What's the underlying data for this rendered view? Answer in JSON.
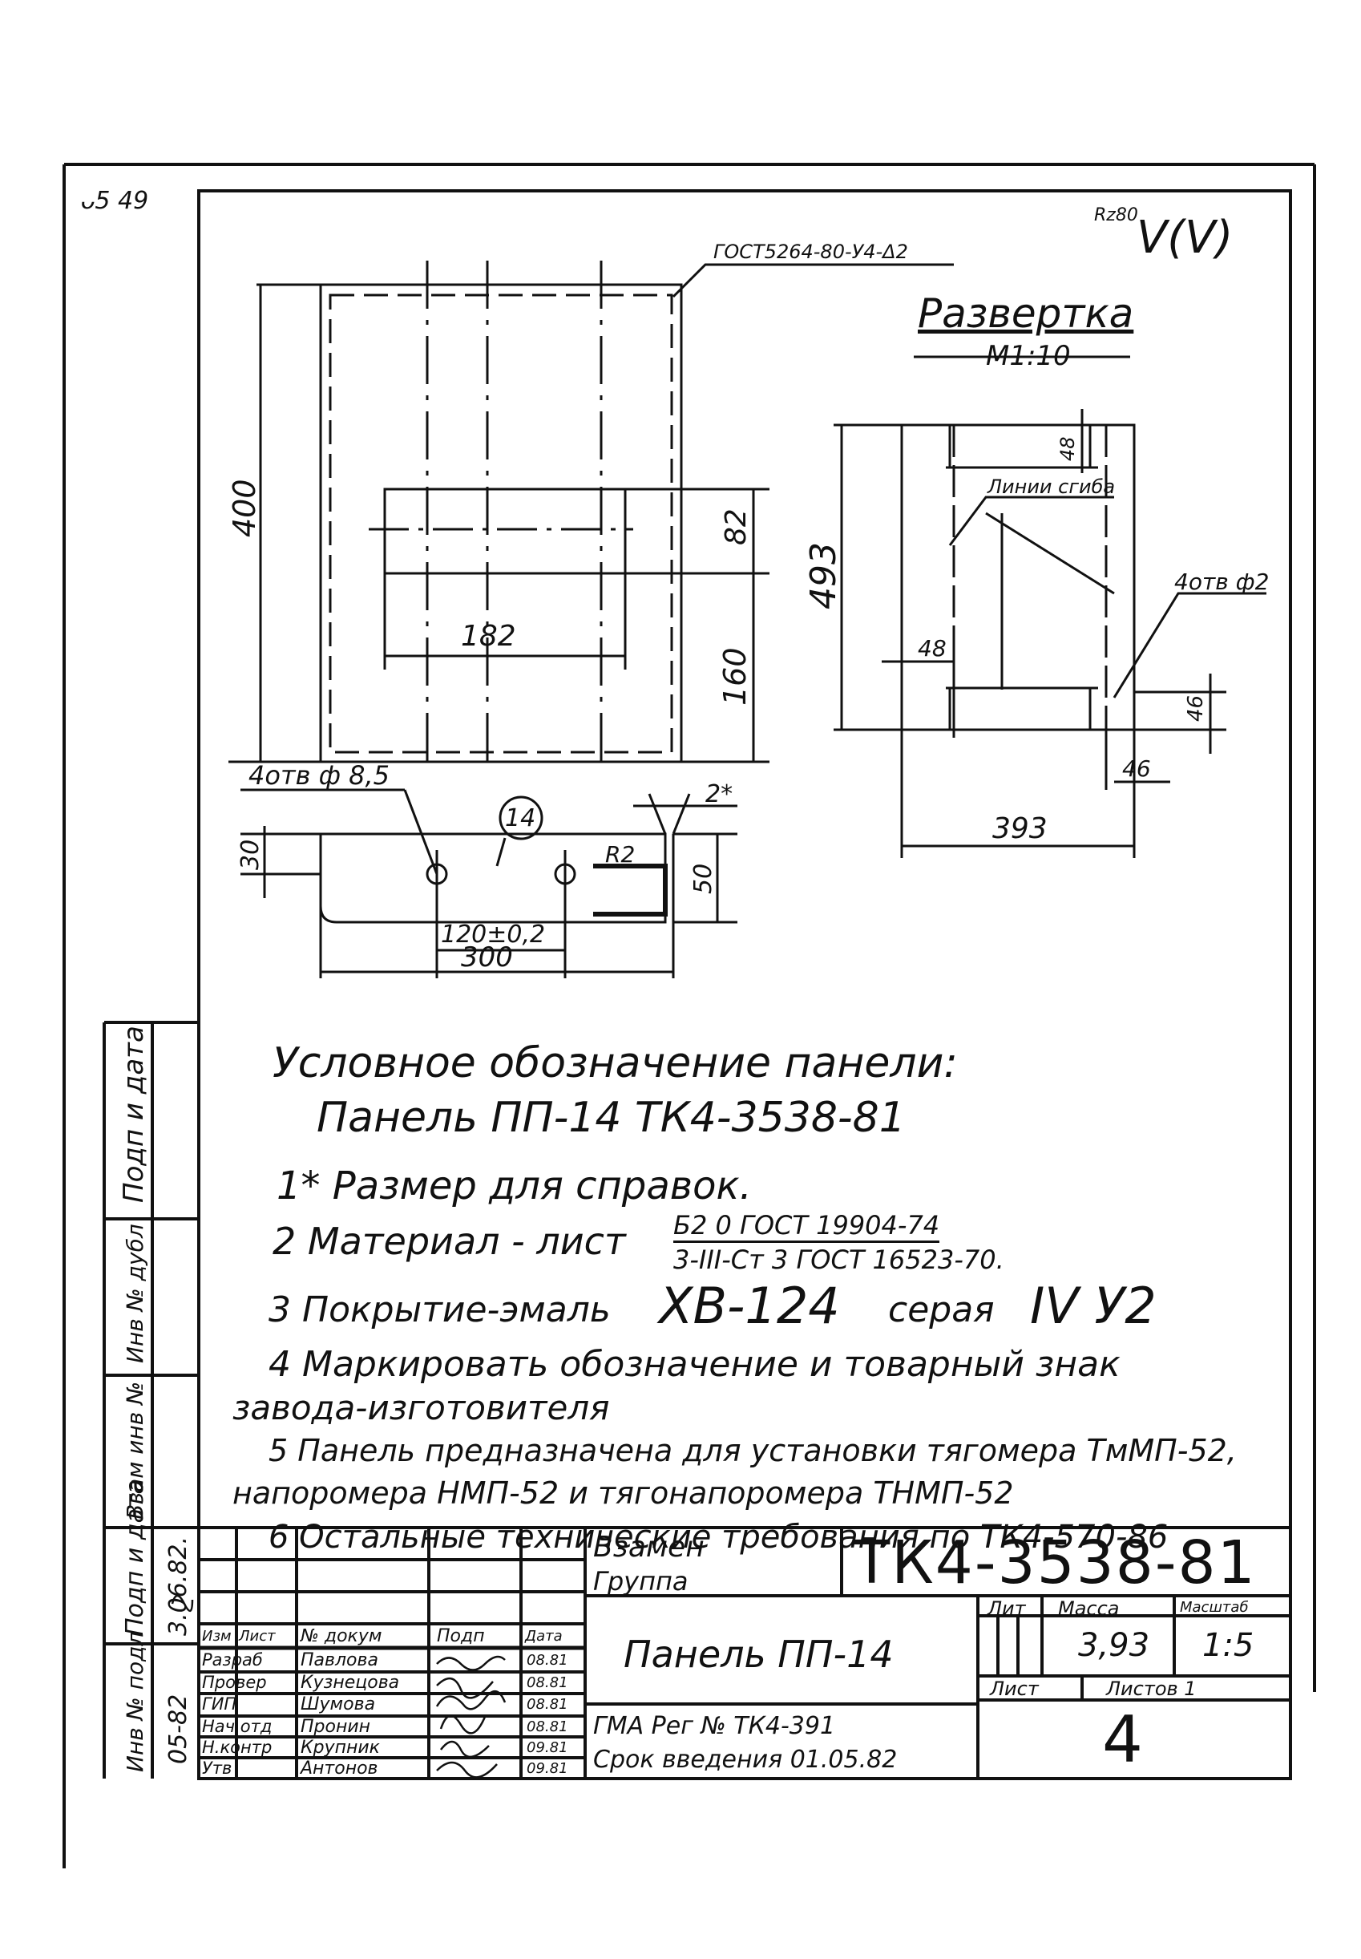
{
  "corner_mark": "ᴗ5 49",
  "roughness": {
    "ra": "Rz80",
    "symbol": "V(V)"
  },
  "drawing": {
    "weld_ref": "ГОСТ5264-80-У4-Δ2",
    "dim_400": "400",
    "dim_82": "82",
    "dim_182": "182",
    "dim_160": "160",
    "holes_85": "4отв ф 8,5",
    "item_no": "14",
    "dim_2star": "2*",
    "dim_30": "30",
    "dim_50": "50",
    "radius": "R2",
    "dim_120": "120±0,2",
    "dim_300": "300"
  },
  "development": {
    "title": "Развертка",
    "scale": "М1:10",
    "dim_48_top": "48",
    "bend_label": "Линии сгиба",
    "dim_493": "493",
    "holes_2": "4отв ф2",
    "dim_48_left": "48",
    "dim_46_v": "46",
    "dim_46_h": "46",
    "dim_393": "393"
  },
  "notes": {
    "designation_title": "Условное обозначение панели:",
    "designation": "Панель ПП-14 ТК4-3538-81",
    "n1": "1* Размер для справок.",
    "n2_prefix": "2 Материал - лист",
    "n2_top": "Б2 0 ГОСТ 19904-74",
    "n2_bottom": "3-III-Ст 3 ГОСТ 16523-70.",
    "n3_prefix": "3 Покрытие-эмаль",
    "n3_enamel": "ХВ-124",
    "n3_color": "серая",
    "n3_class": "IV У2",
    "n4_line1": "4 Маркировать обозначение и товарный знак",
    "n4_line2": "завода-изготовителя",
    "n5_line1": "5 Панель предназначена для установки тягомера ТмМП-52,",
    "n5_line2": "напоромера НМП-52 и тягонапоромера ТНМП-52",
    "n6": "6 Остальные технические требования по ТК4-570-86"
  },
  "side_stamps": [
    "Подп и дата",
    "Инв № дубл",
    "Взам инв №",
    "Подп и дата",
    "Инв № подл"
  ],
  "side_values": {
    "sign_date": "3.06.82.",
    "inv": "05-82"
  },
  "title_block": {
    "replaces_label": "Взамен",
    "group_label": "Группа",
    "doc_code": "ТК4-3538-81",
    "name": "Панель ПП-14",
    "headers": [
      "Изм",
      "Лист",
      "№ докум",
      "Подп",
      "Дата"
    ],
    "lit_label": "Лит",
    "mass_label": "Масса",
    "scale_label": "Масштаб",
    "mass": "3,93",
    "scale": "1:5",
    "sheet_label": "Лист",
    "sheets_label": "Листов 1",
    "sheet_number": "4",
    "reg": "ГМА Рег № ТК4-391",
    "intro_date": "Срок введения 01.05.82",
    "rows": [
      {
        "role": "Разраб",
        "name": "Павлова",
        "date": "08.81"
      },
      {
        "role": "Провер",
        "name": "Кузнецова",
        "date": "08.81"
      },
      {
        "role": "ГИП",
        "name": "Шумова",
        "date": "08.81"
      },
      {
        "role": "Нач.отд",
        "name": "Пронин",
        "date": "08.81"
      },
      {
        "role": "Н.контр",
        "name": "Крупник",
        "date": "09.81"
      },
      {
        "role": "Утв",
        "name": "Антонов",
        "date": "09.81"
      }
    ]
  }
}
